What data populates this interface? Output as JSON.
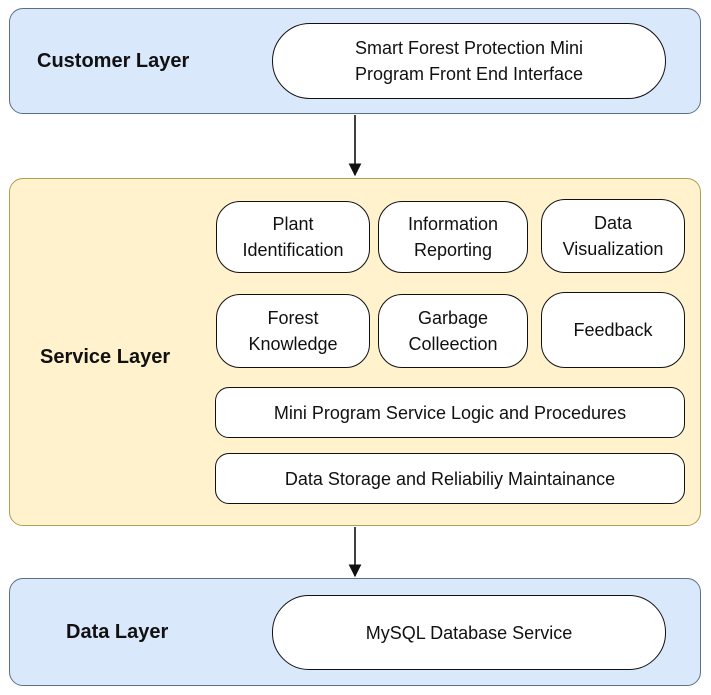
{
  "customer_layer": {
    "title": "Customer Layer",
    "frontend": [
      "Smart Forest Protection Mini",
      "Program Front End Interface"
    ]
  },
  "service_layer": {
    "title": "Service Layer",
    "modules": {
      "plant_identification": [
        "Plant",
        "Identification"
      ],
      "information_reporting": [
        "Information",
        "Reporting"
      ],
      "data_visualization": [
        "Data",
        "Visualization"
      ],
      "forest_knowledge": [
        "Forest",
        "Knowledge"
      ],
      "garbage_collection": [
        "Garbage",
        "Colleection"
      ],
      "feedback": "Feedback"
    },
    "logic": "Mini Program Service Logic and Procedures",
    "storage": "Data Storage and Reliabiliy Maintainance"
  },
  "data_layer": {
    "title": "Data Layer",
    "database": "MySQL Database Service"
  },
  "colors": {
    "blue_fill": "#dae8fc",
    "yellow_fill": "#fff2cc"
  }
}
